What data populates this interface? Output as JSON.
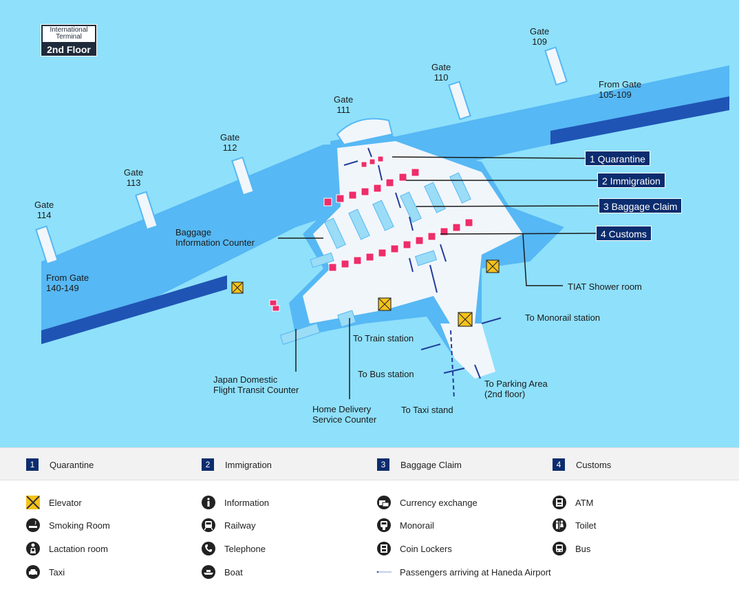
{
  "floor_badge": {
    "line1": "International",
    "line2": "Terminal",
    "floor": "2nd Floor"
  },
  "gates": {
    "g109": "Gate\n109",
    "g110": "Gate\n110",
    "g111": "Gate\n111",
    "g112": "Gate\n112",
    "g113": "Gate\n113",
    "g114": "Gate\n114"
  },
  "labels": {
    "from_105_109": "From  Gate\n105-109",
    "from_140_149": "From  Gate\n140-149",
    "baggage_info": "Baggage\nInformation Counter",
    "tiat_shower": "TIAT Shower room",
    "to_monorail": "To Monorail station",
    "to_train": "To Train station",
    "to_bus": "To Bus station",
    "to_parking": "To Parking Area\n(2nd floor)",
    "to_taxi": "To Taxi stand",
    "japan_domestic": "Japan Domestic\nFlight Transit  Counter",
    "home_delivery": "Home Delivery\nService Counter"
  },
  "steps": [
    {
      "num": "1",
      "label": "Quarantine"
    },
    {
      "num": "2",
      "label": "Immigration"
    },
    {
      "num": "3",
      "label": "Baggage Claim"
    },
    {
      "num": "4",
      "label": "Customs"
    }
  ],
  "map_tags": {
    "quarantine": "1 Quarantine",
    "immigration": "2 Immigration",
    "baggage_claim": "3  Baggage Claim",
    "customs": "4 Customs"
  },
  "legend_icons": {
    "elevator": {
      "icon": "elevator-icon",
      "label": "Elevator"
    },
    "information": {
      "icon": "information-icon",
      "label": "Information"
    },
    "currency": {
      "icon": "currency-exchange-icon",
      "label": "Currency exchange"
    },
    "atm": {
      "icon": "atm-icon",
      "label": "ATM"
    },
    "smoking": {
      "icon": "smoking-room-icon",
      "label": "Smoking Room"
    },
    "railway": {
      "icon": "railway-icon",
      "label": "Railway"
    },
    "monorail": {
      "icon": "monorail-icon",
      "label": "Monorail"
    },
    "toilet": {
      "icon": "toilet-icon",
      "label": "Toilet"
    },
    "lactation": {
      "icon": "lactation-room-icon",
      "label": "Lactation room"
    },
    "telephone": {
      "icon": "telephone-icon",
      "label": "Telephone"
    },
    "coin_lockers": {
      "icon": "coin-lockers-icon",
      "label": "Coin Lockers"
    },
    "bus": {
      "icon": "bus-icon",
      "label": "Bus"
    },
    "taxi": {
      "icon": "taxi-icon",
      "label": "Taxi"
    },
    "boat": {
      "icon": "boat-icon",
      "label": "Boat"
    },
    "arriving": {
      "icon": "arrow-icon",
      "label": "Passengers arriving at Haneda Airport"
    }
  },
  "colors": {
    "water": "#8fe0fb",
    "building": "#56b8f4",
    "floor": "#f1f6fb",
    "wall": "#1f54b4",
    "step_blue": "#0b2c6e",
    "counter_pink": "#ee2d6a",
    "carousel": "#9bdcf6",
    "elevator_yellow": "#f6c21a"
  }
}
